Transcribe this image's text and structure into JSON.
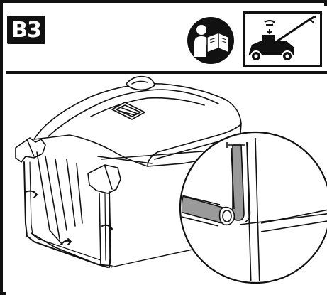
{
  "step": {
    "label": "B3"
  },
  "icons": {
    "read_manual": "read-manual-icon",
    "mower_engine_off": "mower-engine-stopped-icon"
  },
  "illustration": {
    "subject": "grass-catcher-bag-assembly",
    "detail_callout": "frame-corner-detail"
  },
  "colors": {
    "ink": "#111111",
    "frame_grey": "#9a9a9a",
    "background": "#ffffff"
  }
}
